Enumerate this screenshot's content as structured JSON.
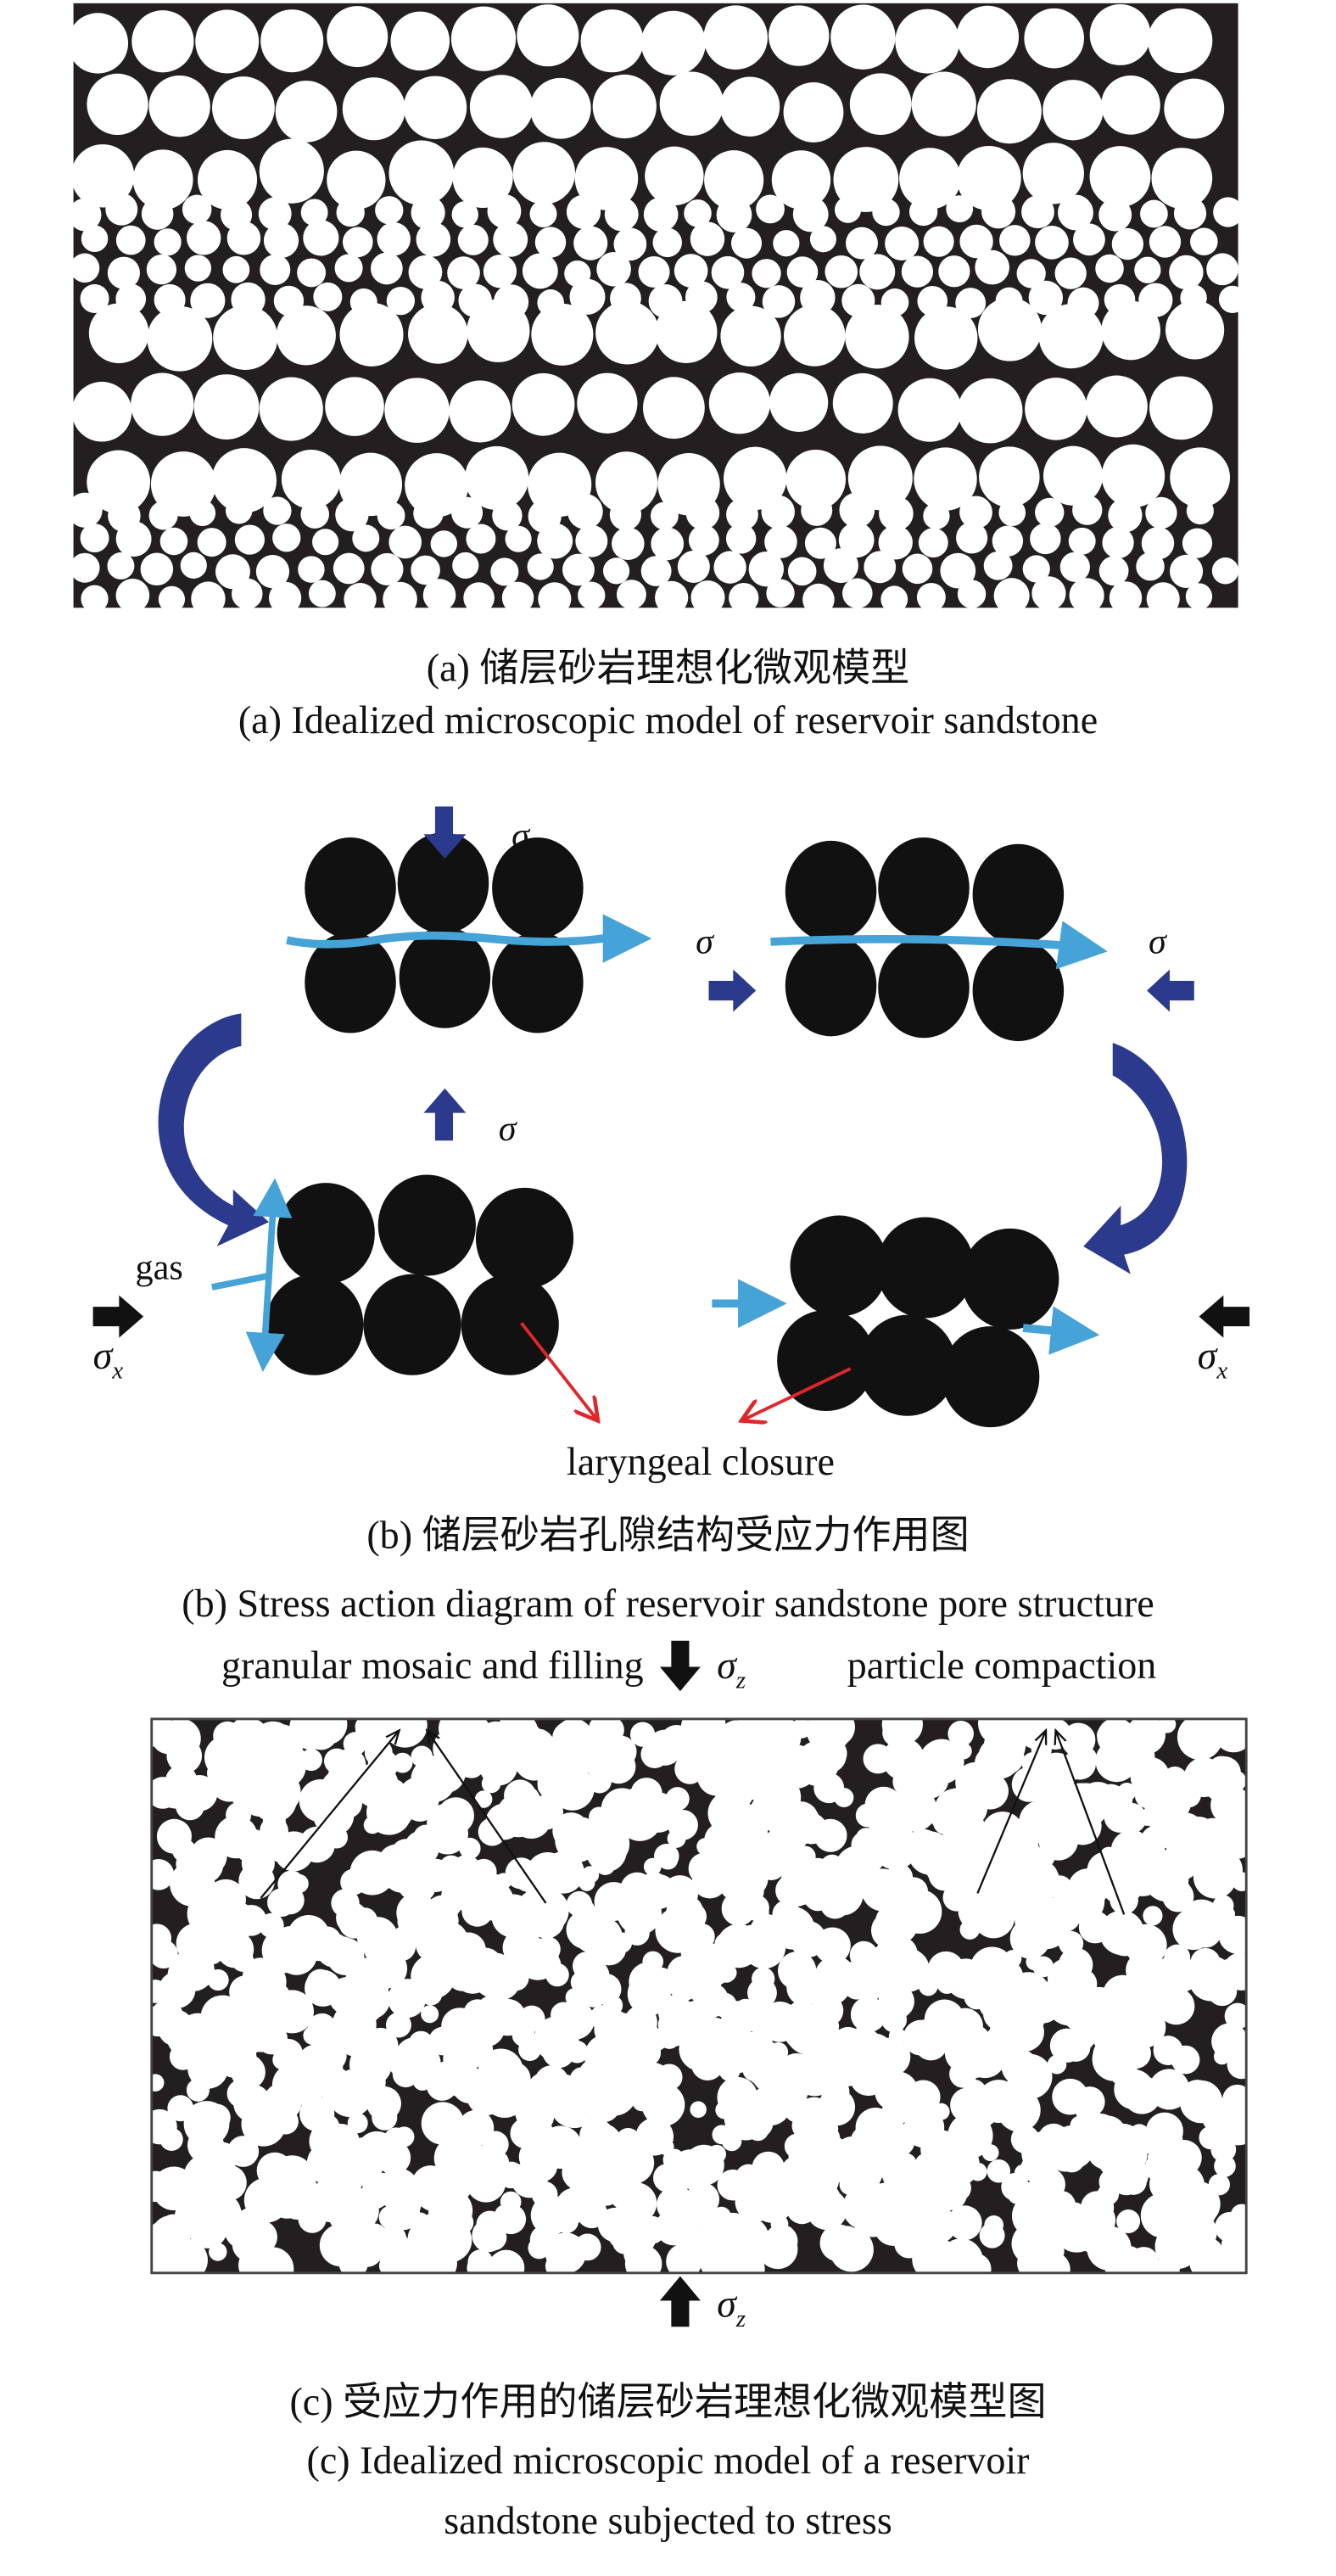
{
  "panel_a": {
    "caption_cn": "(a) 储层砂岩理想化微观模型",
    "caption_en": "(a) Idealized microscopic model of reservoir sandstone"
  },
  "panel_b": {
    "sigma": "σ",
    "gas_label": "gas",
    "closure_label": "laryngeal closure",
    "caption_cn": "(b) 储层砂岩孔隙结构受应力作用图",
    "caption_en": "(b) Stress action diagram of reservoir sandstone pore structure"
  },
  "panel_c": {
    "mosaic_label": "granular mosaic and filling",
    "compaction_label": "particle compaction",
    "sigma": "σ",
    "sub_z": "z",
    "sub_x": "x",
    "caption_cn": "(c) 受应力作用的储层砂岩理想化微观模型图",
    "caption_en_line1": "(c) Idealized microscopic model of a reservoir",
    "caption_en_line2": "sandstone subjected to stress"
  },
  "colors": {
    "stress_arrow": "#2b3a8c",
    "gas_flow": "#45a3d8",
    "closure_arrow": "#e0262b",
    "grain": "#111111",
    "pore": "#231f20"
  }
}
